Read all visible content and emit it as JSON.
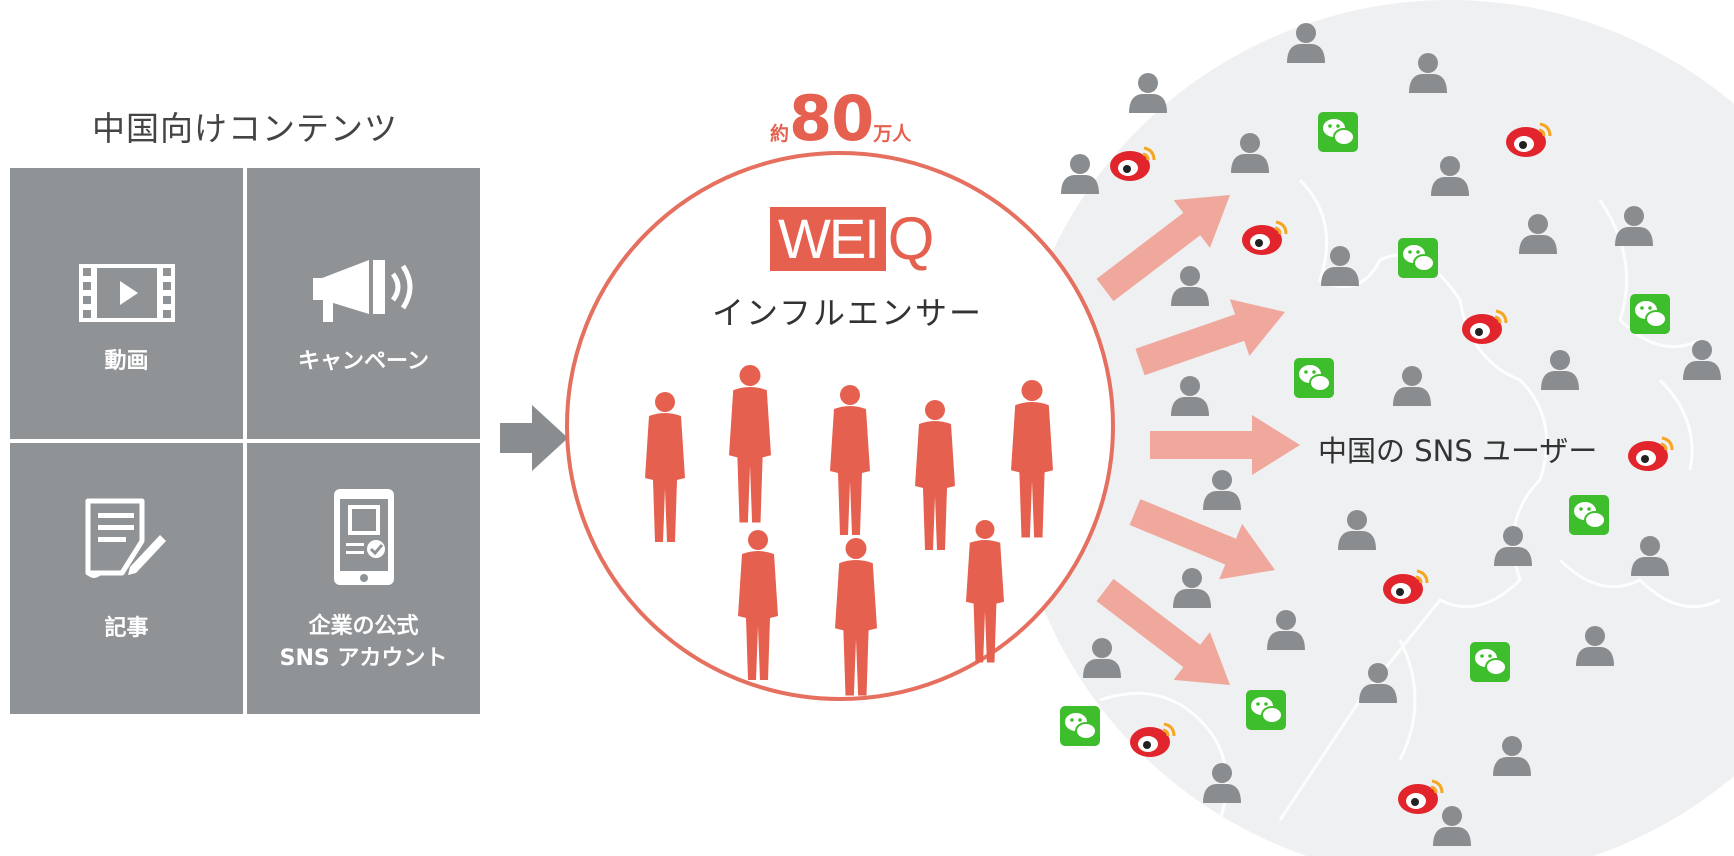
{
  "content": {
    "title": "中国向けコンテンツ",
    "items": [
      {
        "label": "動画",
        "icon": "video-icon"
      },
      {
        "label": "キャンペーン",
        "icon": "megaphone-icon"
      },
      {
        "label": "記事",
        "icon": "article-icon"
      },
      {
        "label_line1": "企業の公式",
        "label_line2": "SNS アカウント",
        "icon": "smartphone-icon"
      }
    ]
  },
  "influencers": {
    "count_prefix": "約",
    "count_value": "80",
    "count_unit": "万人",
    "logo_boxed": "WEI",
    "logo_tail": "Q",
    "label": "インフルエンサー"
  },
  "sns_users": {
    "label": "中国の SNS ユーザー"
  },
  "colors": {
    "accent": "#e5604f",
    "arrow_pink": "#f0a79c",
    "tile_gray": "#8f9396",
    "person_gray": "#8a8d90",
    "wechat_green": "#3fbe2d",
    "weibo_red": "#e2252c",
    "weibo_orange": "#f5a623"
  }
}
